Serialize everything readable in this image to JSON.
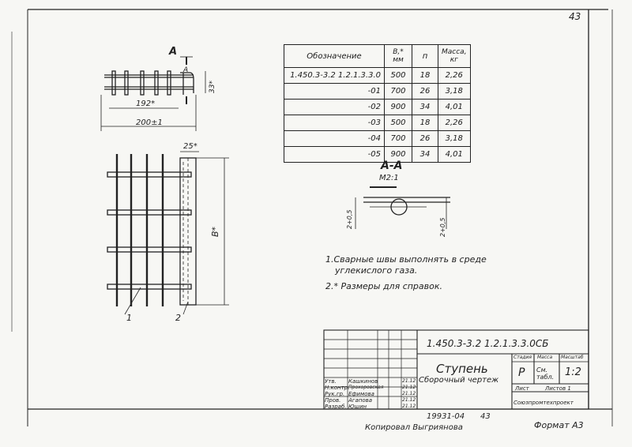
{
  "page_number": "43",
  "section_title": "А",
  "section_title_2": "А",
  "dims": {
    "height_33": "33*",
    "width_192": "192*",
    "width_200": "200±1",
    "width_25": "25*",
    "height_B": "В*",
    "weld_left": "2+0,5",
    "weld_right": "2+0,5"
  },
  "section_view": {
    "title": "А-А",
    "scale": "М2:1"
  },
  "callouts": [
    "1",
    "2"
  ],
  "spec_table": {
    "headers": [
      "Обозначение",
      "В,*\nмм",
      "п",
      "Масса,\nкг"
    ],
    "rows": [
      [
        "1.450.3-3.2  1.2.1.3.3.0",
        "500",
        "18",
        "2,26"
      ],
      [
        "-01",
        "700",
        "26",
        "3,18"
      ],
      [
        "-02",
        "900",
        "34",
        "4,01"
      ],
      [
        "-03",
        "500",
        "18",
        "2,26"
      ],
      [
        "-04",
        "700",
        "26",
        "3,18"
      ],
      [
        "-05",
        "900",
        "34",
        "4,01"
      ]
    ]
  },
  "notes": [
    "1.Сварные швы выполнять в среде",
    "углекислого газа.",
    "2.* Размеры для справок."
  ],
  "title_block": {
    "code": "1.450.3-3.2  1.2.1.3.3.0СБ",
    "name": "Ступень",
    "subname": "Сборочный чертеж",
    "stage_label": "Стадия",
    "mass_label": "Масса",
    "scale_label": "Масштаб",
    "stage": "Р",
    "mass": "См. табл.",
    "scale": "1:2",
    "sheet_label": "Лист",
    "sheets_label": "Листов 1",
    "org": "Союзпромтехпроект",
    "people": [
      [
        "Утв.",
        "Кашкинов"
      ],
      [
        "Н.контр.",
        "Прохоровская"
      ],
      [
        "Рук.гр.",
        "Ефимова"
      ],
      [
        "Пров.",
        "Агапова"
      ],
      [
        "Разраб.",
        "Юшин"
      ]
    ],
    "dates": [
      "21.12",
      "21.12",
      "21.12",
      "21.12",
      "21.12"
    ]
  },
  "footer": {
    "doc_num": "19931-04",
    "page": "43",
    "copied": "Копировал Выгриянова",
    "format": "Формат А3"
  }
}
